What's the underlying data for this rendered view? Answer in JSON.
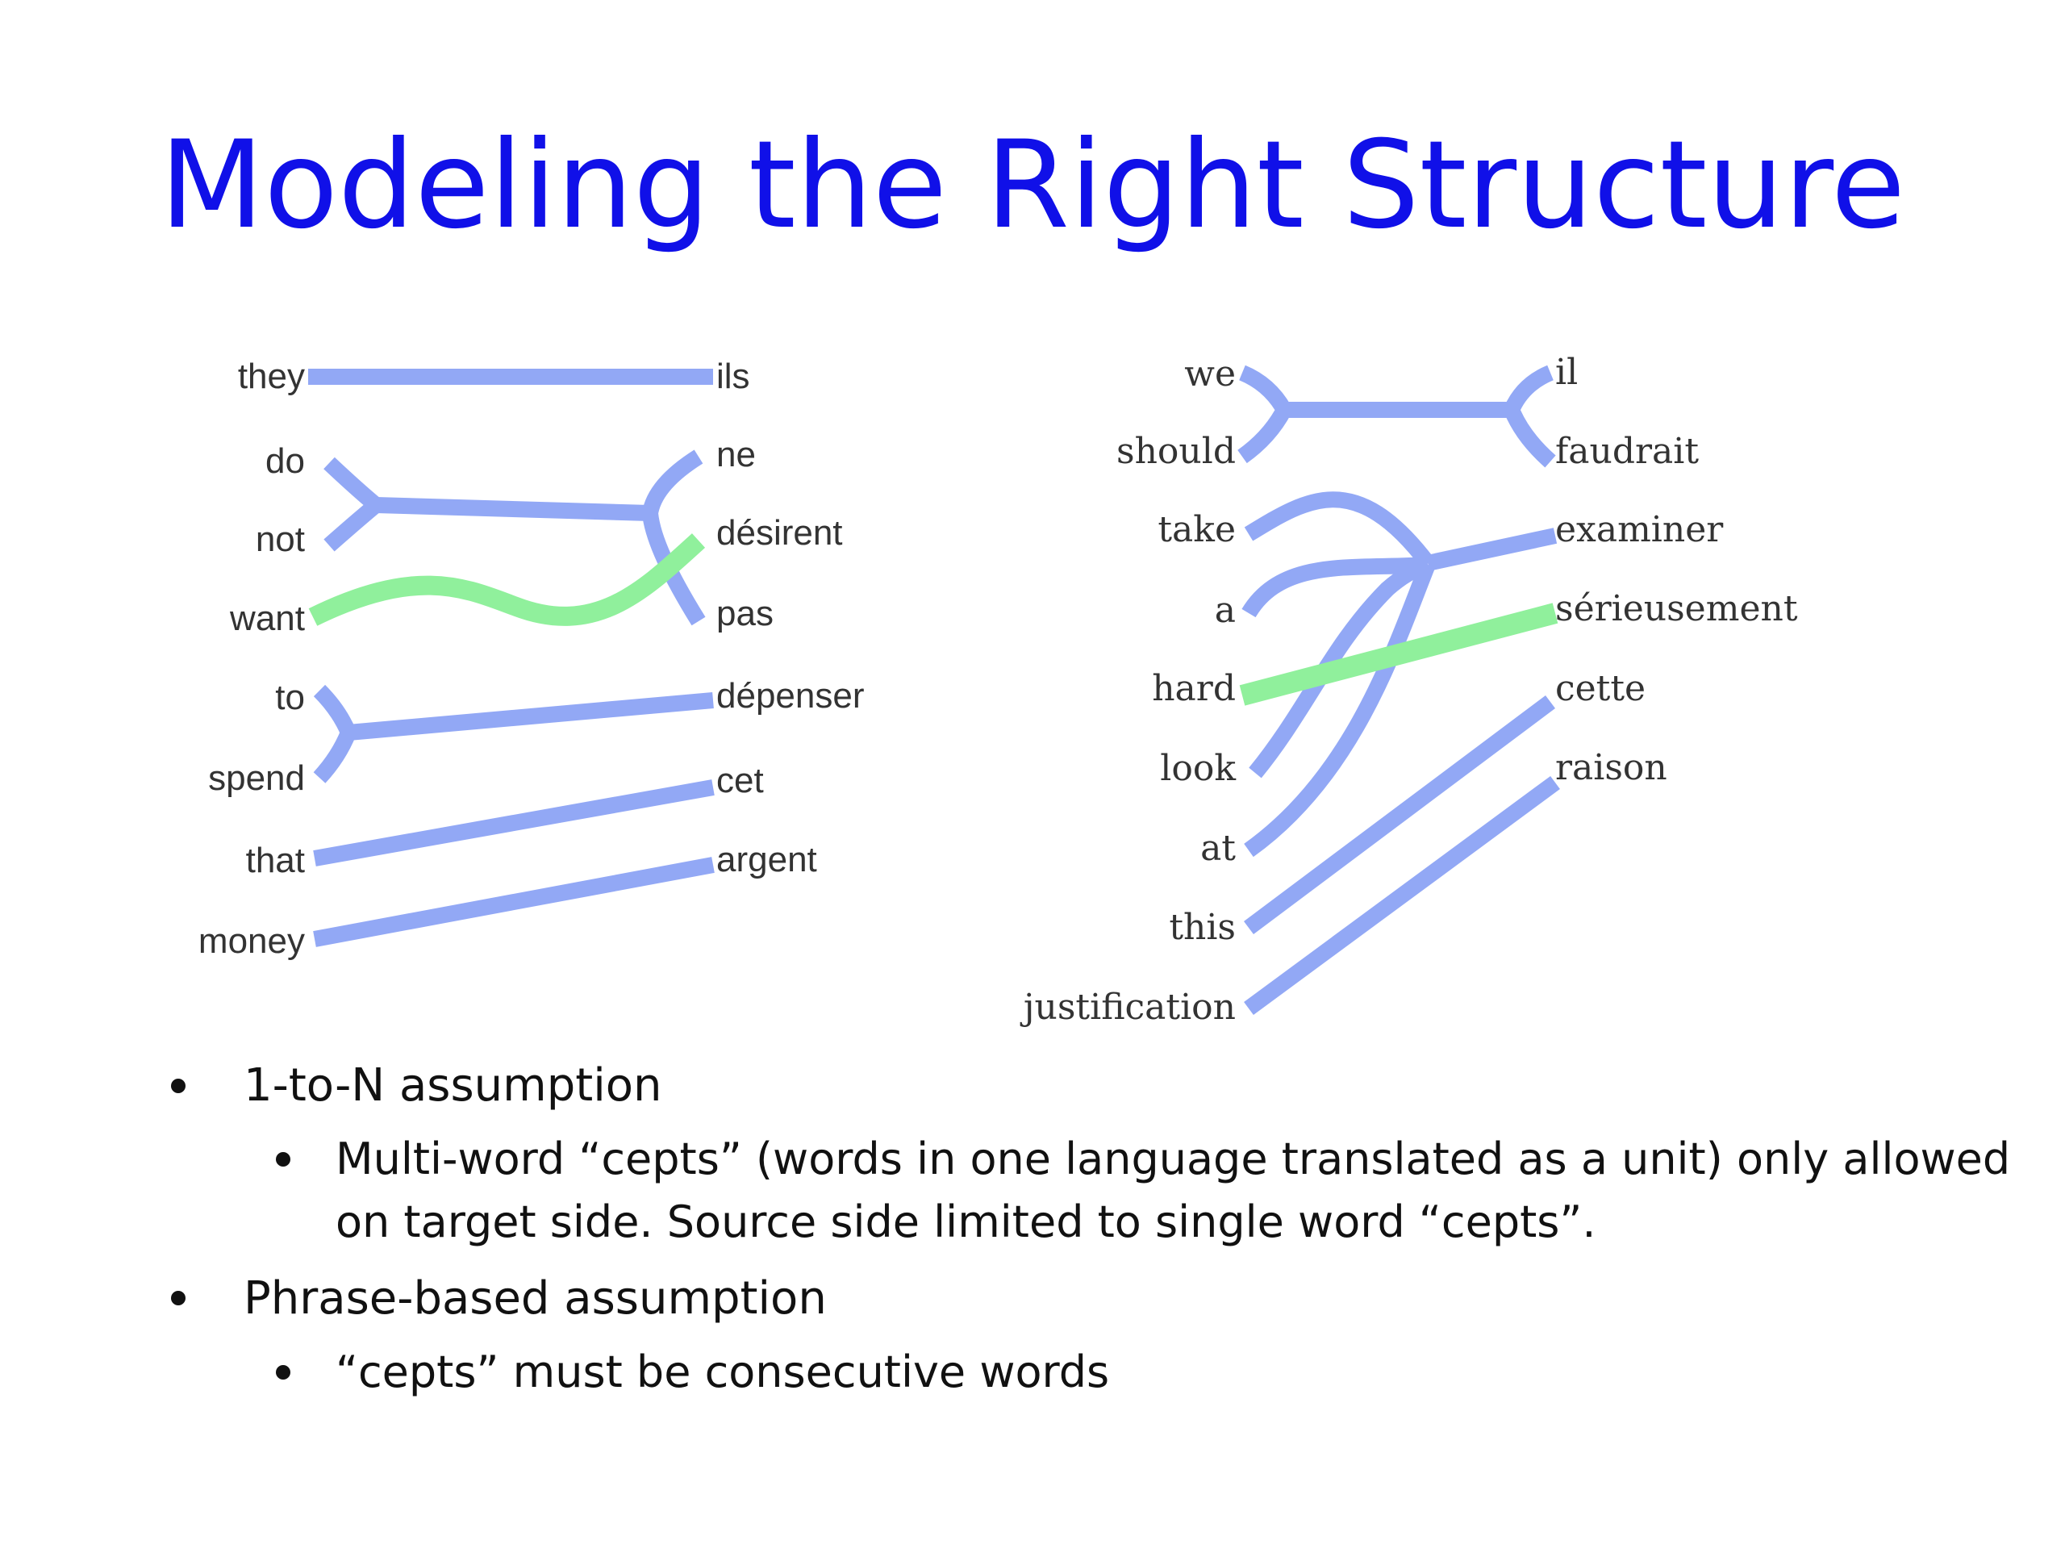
{
  "slide": {
    "title": "Modeling the Right Structure",
    "colors": {
      "title": "#1010e8",
      "link_blue": "#92a8f5",
      "link_green": "#90f09c",
      "word": "#333333"
    }
  },
  "left_alignment": {
    "source_words": [
      "they",
      "do",
      "not",
      "want",
      "to",
      "spend",
      "that",
      "money"
    ],
    "target_words": [
      "ils",
      "ne",
      "désirent",
      "pas",
      "dépenser",
      "cet",
      "argent"
    ],
    "alignments": [
      {
        "source": [
          "they"
        ],
        "target": [
          "ils"
        ],
        "color": "blue"
      },
      {
        "source": [
          "do",
          "not"
        ],
        "target": [
          "ne",
          "pas"
        ],
        "color": "blue"
      },
      {
        "source": [
          "want"
        ],
        "target": [
          "désirent"
        ],
        "color": "green"
      },
      {
        "source": [
          "to",
          "spend"
        ],
        "target": [
          "dépenser"
        ],
        "color": "blue"
      },
      {
        "source": [
          "that"
        ],
        "target": [
          "cet"
        ],
        "color": "blue"
      },
      {
        "source": [
          "money"
        ],
        "target": [
          "argent"
        ],
        "color": "blue"
      }
    ]
  },
  "right_alignment": {
    "source_words": [
      "we",
      "should",
      "take",
      "a",
      "hard",
      "look",
      "at",
      "this",
      "justification"
    ],
    "target_words": [
      "il",
      "faudrait",
      "examiner",
      "sérieusement",
      "cette",
      "raison"
    ],
    "alignments": [
      {
        "source": [
          "we",
          "should"
        ],
        "target": [
          "il",
          "faudrait"
        ],
        "color": "blue"
      },
      {
        "source": [
          "take",
          "a",
          "look",
          "at"
        ],
        "target": [
          "examiner"
        ],
        "color": "blue"
      },
      {
        "source": [
          "hard"
        ],
        "target": [
          "sérieusement"
        ],
        "color": "green"
      },
      {
        "source": [
          "this"
        ],
        "target": [
          "cette"
        ],
        "color": "blue"
      },
      {
        "source": [
          "justification"
        ],
        "target": [
          "raison"
        ],
        "color": "blue"
      }
    ]
  },
  "bullets": [
    {
      "text": "1-to-N assumption",
      "sub": [
        {
          "line1": "Multi-word “cepts” (words in one language translated as a unit) only allowed",
          "line2": "on target side. Source side limited to single word “cepts”."
        }
      ]
    },
    {
      "text": "Phrase-based assumption",
      "sub": [
        {
          "line1": "“cepts” must be consecutive words",
          "line2": ""
        }
      ]
    }
  ]
}
